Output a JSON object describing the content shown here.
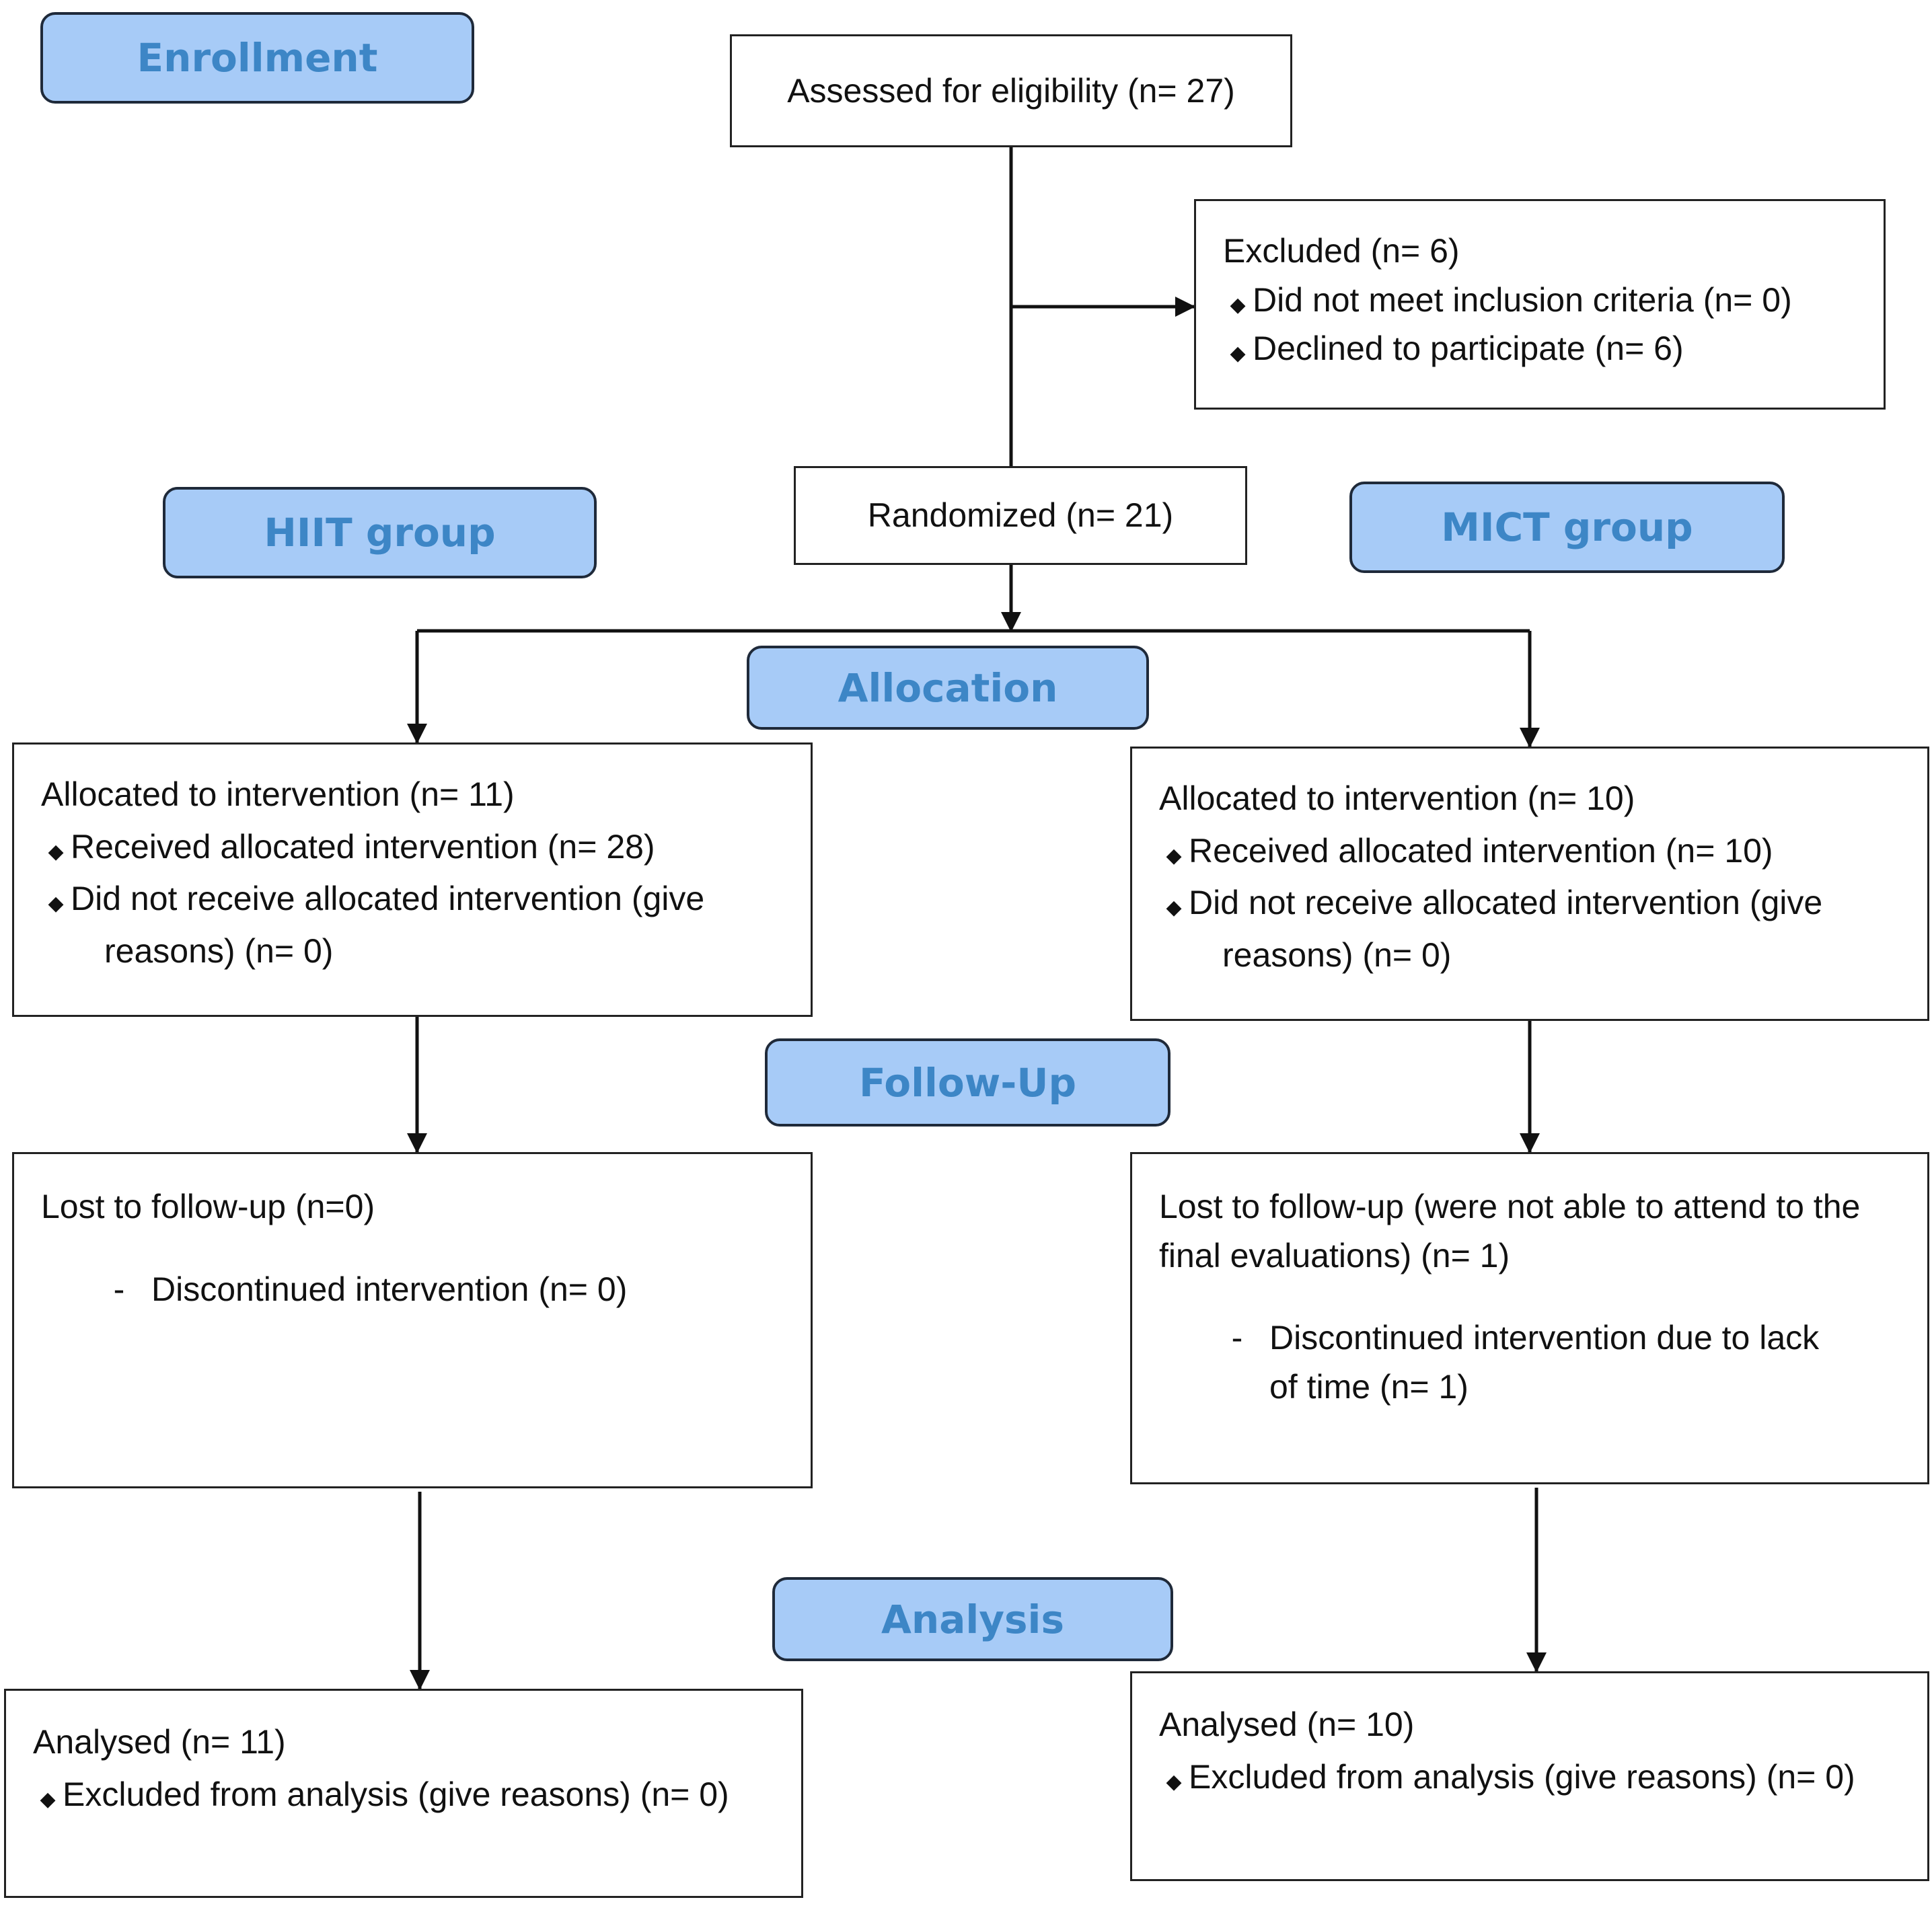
{
  "stages": {
    "enrollment": "Enrollment",
    "hiit": "HIIT group",
    "mict": "MICT group",
    "allocation": "Allocation",
    "followup": "Follow-Up",
    "analysis": "Analysis"
  },
  "assessed": "Assessed for eligibility (n= 27)",
  "excluded": {
    "title": "Excluded (n= 6)",
    "items": [
      "Did not meet inclusion criteria (n= 0)",
      "Declined to participate (n= 6)"
    ]
  },
  "randomized": "Randomized (n= 21)",
  "hiit_allocated": {
    "title": "Allocated to intervention (n= 11)",
    "received": "Received allocated intervention (n= 28)",
    "not_received": "Did not receive allocated intervention (give",
    "not_received_cont": "reasons) (n= 0)"
  },
  "mict_allocated": {
    "title": "Allocated to intervention (n= 10)",
    "received": "Received allocated intervention (n= 10)",
    "not_received": "Did not receive allocated intervention (give",
    "not_received_cont": "reasons) (n= 0)"
  },
  "hiit_followup": {
    "title": "Lost to follow-up (n=0)",
    "dash": "-",
    "discontinued": "Discontinued intervention (n= 0)"
  },
  "mict_followup": {
    "title_line1": "Lost to follow-up (were not able to attend to the",
    "title_line2": "final evaluations) (n= 1)",
    "dash": "-",
    "discontinued_line1": "Discontinued intervention due to lack",
    "discontinued_line2": "of time (n= 1)"
  },
  "hiit_analysis": {
    "title": "Analysed  (n= 11)",
    "excluded": "Excluded from analysis (give reasons) (n= 0)"
  },
  "mict_analysis": {
    "title": "Analysed  (n= 10)",
    "excluded": "Excluded from analysis (give reasons) (n= 0)"
  }
}
